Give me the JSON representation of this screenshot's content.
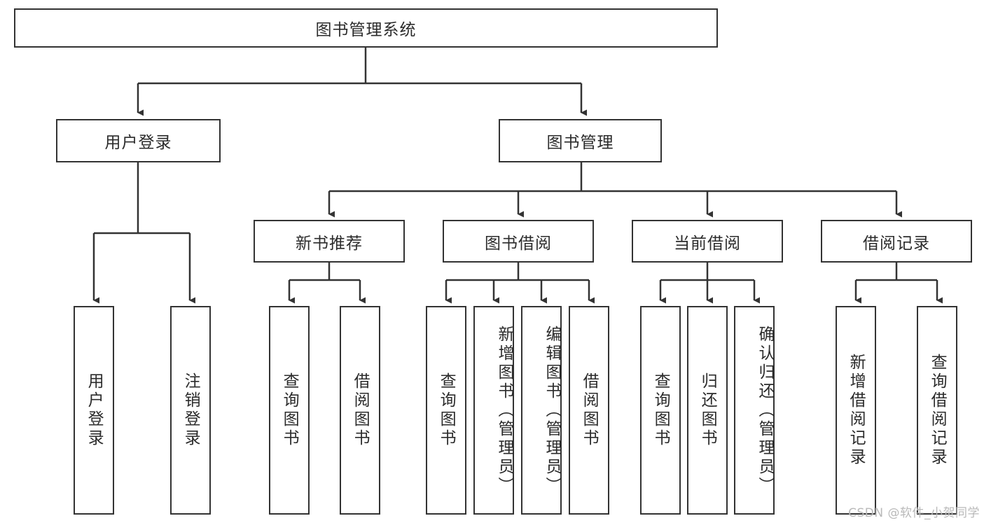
{
  "diagram": {
    "type": "tree",
    "title": "图书管理系统",
    "root": {
      "label": "图书管理系统"
    },
    "level2": [
      {
        "label": "用户登录"
      },
      {
        "label": "图书管理"
      }
    ],
    "level3": [
      {
        "label": "新书推荐"
      },
      {
        "label": "图书借阅"
      },
      {
        "label": "当前借阅"
      },
      {
        "label": "借阅记录"
      }
    ],
    "leaves": {
      "user_login": [
        {
          "label": "用户登录"
        },
        {
          "label": "注销登录"
        }
      ],
      "new_book": [
        {
          "label": "查询图书"
        },
        {
          "label": "借阅图书"
        }
      ],
      "borrow": [
        {
          "label": "查询图书"
        },
        {
          "label": "新增图书（管理员）"
        },
        {
          "label": "编辑图书（管理员）"
        },
        {
          "label": "借阅图书"
        }
      ],
      "current": [
        {
          "label": "查询图书"
        },
        {
          "label": "归还图书"
        },
        {
          "label": "确认归还（管理员）"
        }
      ],
      "records": [
        {
          "label": "新增借阅记录"
        },
        {
          "label": "查询借阅记录"
        }
      ]
    }
  },
  "watermark": {
    "text": "CSDN @软件_小贺同学"
  },
  "colors": {
    "border": "#333333",
    "text": "#2b2b2b",
    "background": "#ffffff",
    "watermark": "#b9b9b9"
  }
}
